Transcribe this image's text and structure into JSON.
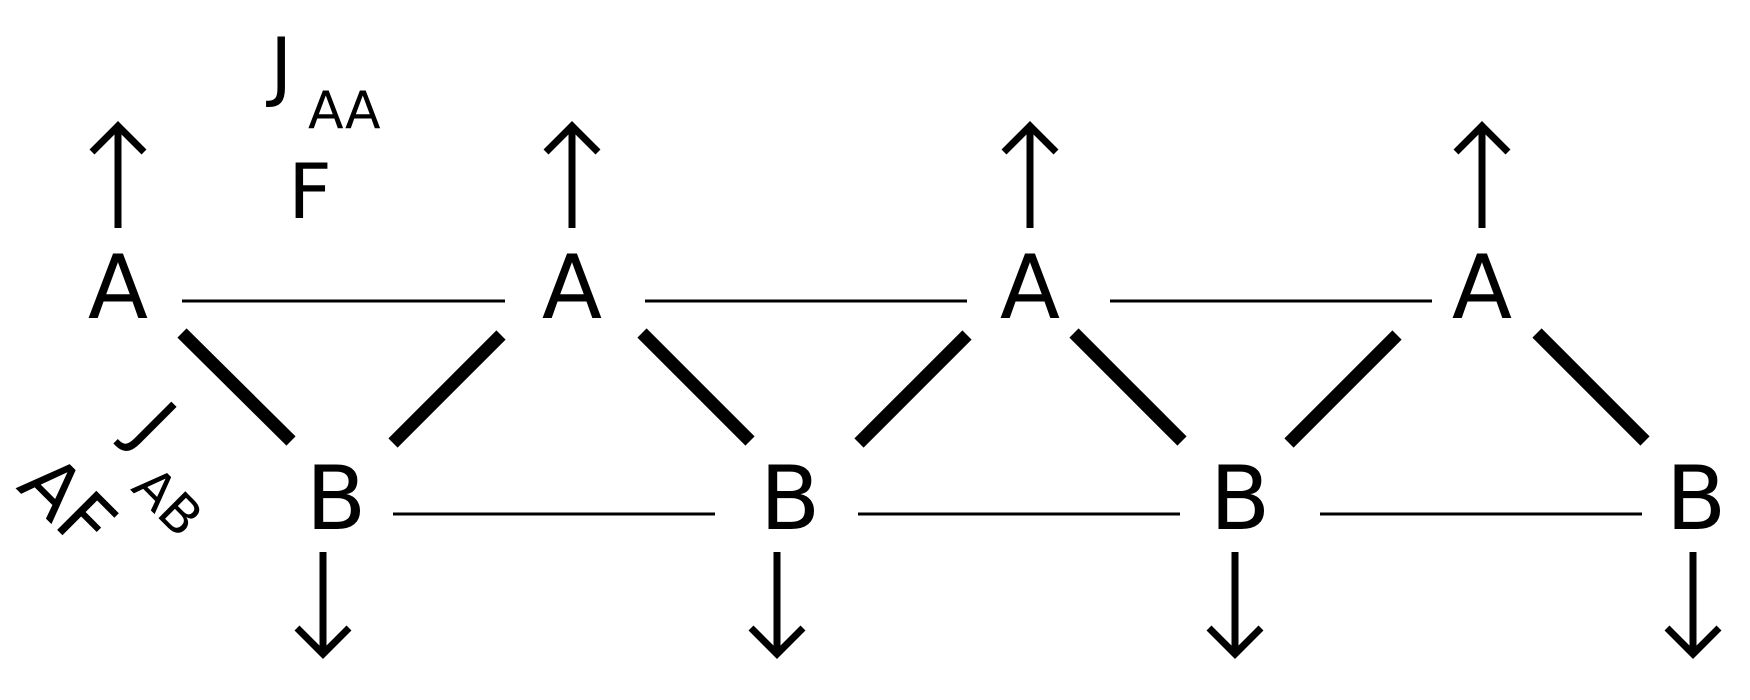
{
  "sites": {
    "top_label": "A",
    "bottom_label": "B"
  },
  "spins": {
    "top": "up",
    "bottom": "down"
  },
  "couplings": {
    "intra": {
      "symbol": "J",
      "subscript": "AA",
      "type": "F"
    },
    "inter": {
      "symbol": "J",
      "subscript": "AB",
      "type": "AF"
    }
  }
}
